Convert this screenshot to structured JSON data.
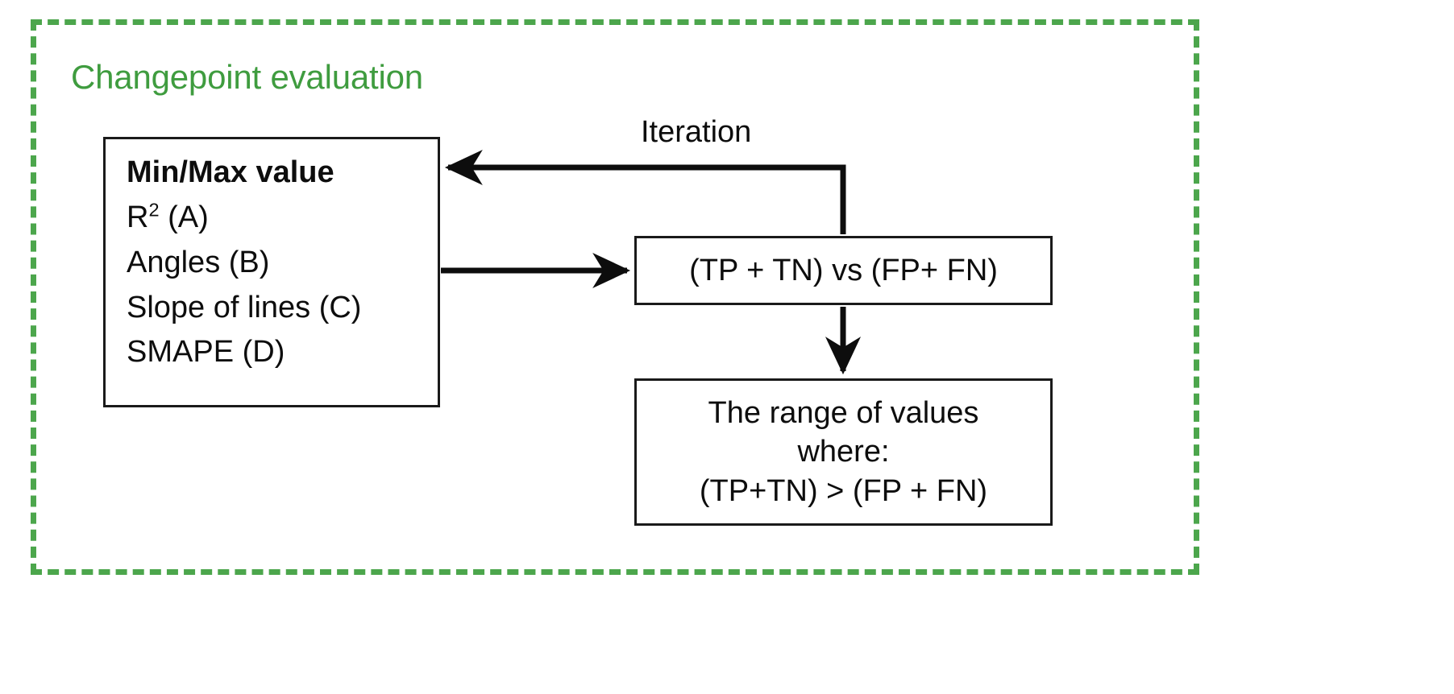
{
  "figure": {
    "frame": {
      "title": "Changepoint evaluation",
      "border_color": "#4ca64c",
      "border_style": "dashed",
      "title_color": "#3f9c3f"
    },
    "boxes": [
      {
        "name": "criteria-box",
        "lines": [
          {
            "text": "Min/Max value",
            "bold": true
          },
          {
            "text": "R2 (A)",
            "bold": false
          },
          {
            "text": "Angles (B)",
            "bold": false
          },
          {
            "text": "Slope of lines (C)",
            "bold": false
          },
          {
            "text": "SMAPE (D)",
            "bold": false
          }
        ]
      },
      {
        "name": "comparison-box",
        "lines": [
          {
            "text": "(TP + TN) vs (FP+ FN)",
            "bold": false
          }
        ]
      },
      {
        "name": "range-box",
        "lines": [
          {
            "text": "The range of values",
            "bold": false
          },
          {
            "text": "where:",
            "bold": false
          },
          {
            "text": "(TP+TN) > (FP + FN)",
            "bold": false
          }
        ]
      }
    ],
    "edges": [
      {
        "name": "criteria-to-comparison",
        "label": ""
      },
      {
        "name": "comparison-to-range",
        "label": ""
      },
      {
        "name": "iteration-feedback",
        "label": "Iteration"
      }
    ],
    "criteria": {
      "r2_base": "R",
      "r2_exponent": "2",
      "r2_tail": " (A)"
    }
  }
}
